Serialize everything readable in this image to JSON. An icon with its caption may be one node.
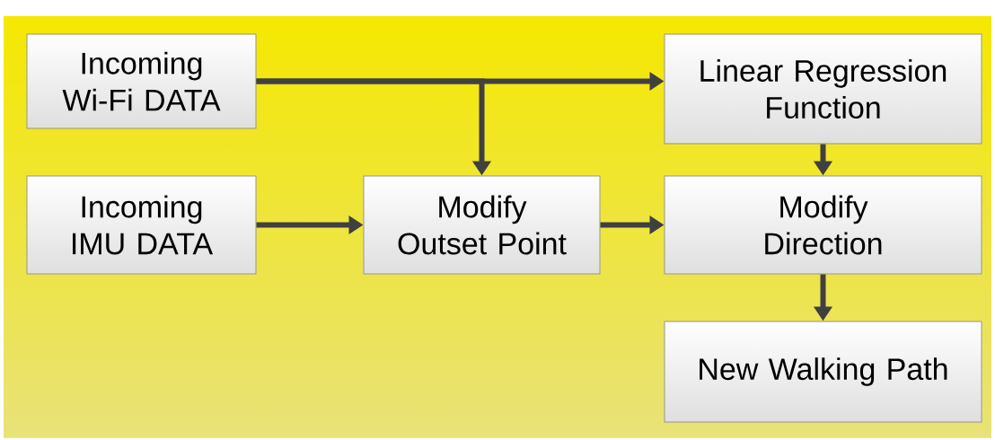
{
  "diagram": {
    "nodes": [
      {
        "text": [
          "Incoming Wi-Fi DATA"
        ]
      },
      {
        "text": [
          "Linear Regression Function"
        ]
      },
      {
        "text": [
          "Incoming IMU DATA"
        ]
      },
      {
        "text": [
          "Modify Outset Point"
        ]
      },
      {
        "text": [
          "Modify Direction"
        ]
      },
      {
        "text": [
          "New Walking Path"
        ]
      }
    ],
    "edges": [
      {
        "from": 0,
        "to": 1,
        "arrow": "to"
      },
      {
        "from": 0,
        "to": 3,
        "arrow": "to"
      },
      {
        "from": 2,
        "to": 3,
        "arrow": "to"
      },
      {
        "from": 3,
        "to": 4,
        "arrow": "to"
      },
      {
        "from": 1,
        "to": 4,
        "arrow": "to"
      },
      {
        "from": 4,
        "to": 5,
        "arrow": "to"
      }
    ]
  }
}
